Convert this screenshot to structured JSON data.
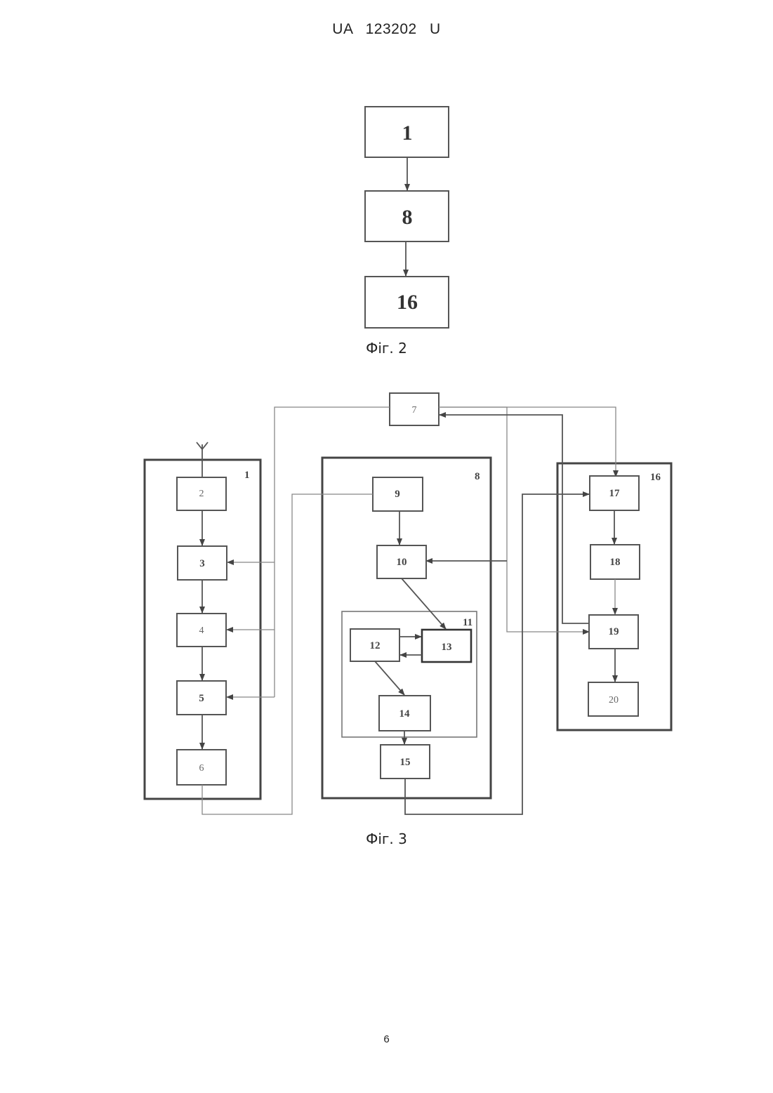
{
  "header": "UA 123202 U",
  "fig2": {
    "caption": "Фіг. 2",
    "blocks": [
      "1",
      "8",
      "16"
    ]
  },
  "fig3": {
    "caption": "Фіг. 3",
    "groups": {
      "g1": "1",
      "g8": "8",
      "g16": "16",
      "g11": "11"
    },
    "blocks": {
      "b2": "2",
      "b3": "3",
      "b4": "4",
      "b5": "5",
      "b6": "6",
      "b7": "7",
      "b9": "9",
      "b10": "10",
      "b12": "12",
      "b13": "13",
      "b14": "14",
      "b15": "15",
      "b17": "17",
      "b18": "18",
      "b19": "19",
      "b20": "20"
    }
  },
  "page_number": "6"
}
